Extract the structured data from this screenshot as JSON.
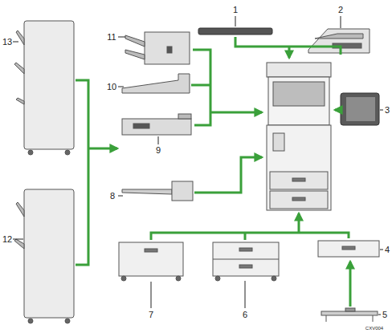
{
  "diagram": {
    "labels": [
      "1",
      "2",
      "3",
      "4",
      "5",
      "6",
      "7",
      "8",
      "9",
      "10",
      "11",
      "12",
      "13",
      "CXV004"
    ]
  }
}
